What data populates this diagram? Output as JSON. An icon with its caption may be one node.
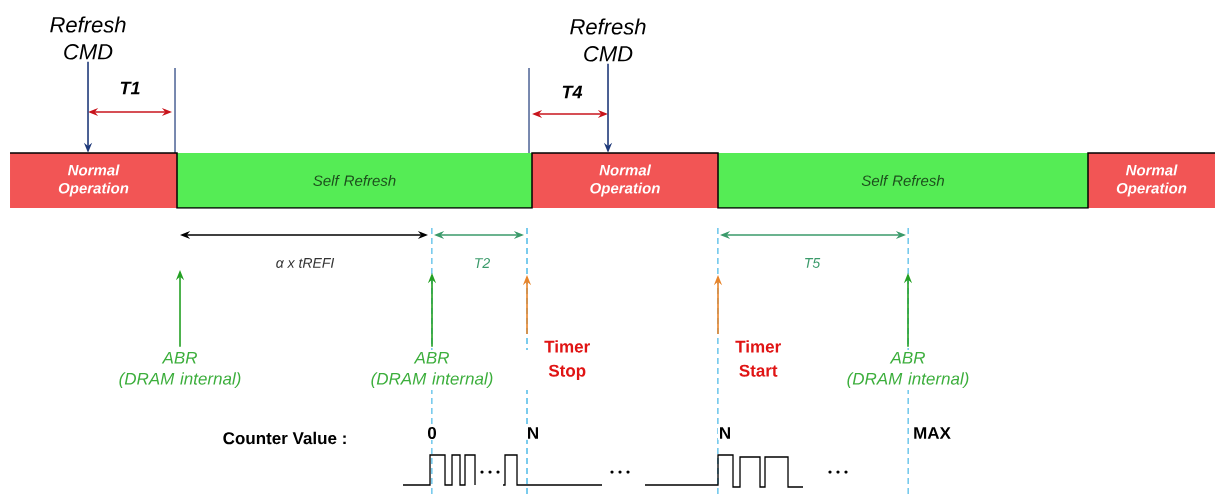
{
  "diagram": {
    "nodes": [
      {
        "text": [
          "Normal Operation"
        ]
      },
      {
        "text": [
          "Self Refresh"
        ]
      },
      {
        "text": [
          "Normal Operation"
        ]
      },
      {
        "text": [
          "Self Refresh"
        ]
      },
      {
        "text": [
          "Normal Operation"
        ]
      },
      {
        "text": [
          "Refresh CMD"
        ]
      },
      {
        "text": [
          "Refresh CMD"
        ]
      },
      {
        "text": [
          "ABR",
          "(DRAM internal)"
        ]
      },
      {
        "text": [
          "ABR",
          "(DRAM internal)"
        ]
      },
      {
        "text": [
          "Timer Stop"
        ]
      },
      {
        "text": [
          "Timer Start"
        ]
      },
      {
        "text": [
          "ABR",
          "(DRAM internal)"
        ]
      }
    ],
    "edges": [
      {
        "from": 5,
        "to": 0,
        "arrow": "to",
        "color": "#1f3a7a"
      },
      {
        "from": 6,
        "to": 2,
        "arrow": "to",
        "color": "#1f3a7a"
      },
      {
        "from": 7,
        "to": null,
        "arrow": "to",
        "color": "#23a023"
      },
      {
        "from": 8,
        "to": null,
        "arrow": "to",
        "color": "#23a023"
      },
      {
        "from": 9,
        "to": null,
        "arrow": "to",
        "color": "#e8842a"
      },
      {
        "from": 10,
        "to": null,
        "arrow": "to",
        "color": "#e8842a"
      },
      {
        "from": 11,
        "to": null,
        "arrow": "to",
        "color": "#23a023"
      }
    ],
    "labels": [
      "T1",
      "T4",
      "α x tREFI",
      "T2",
      "T5",
      "Counter Value :",
      "0",
      "N",
      "N",
      "MAX"
    ]
  }
}
